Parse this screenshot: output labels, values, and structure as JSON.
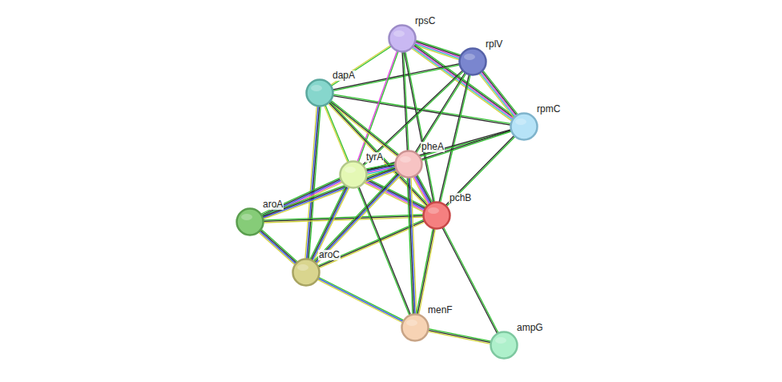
{
  "diagram": {
    "nodes": [
      {
        "text": [
          "rpsC"
        ]
      },
      {
        "text": [
          "rplV"
        ]
      },
      {
        "text": [
          "dapA"
        ]
      },
      {
        "text": [
          "rpmC"
        ]
      },
      {
        "text": [
          "pheA"
        ]
      },
      {
        "text": [
          "tyrA"
        ]
      },
      {
        "text": [
          "pchB"
        ]
      },
      {
        "text": [
          "aroA"
        ]
      },
      {
        "text": [
          "aroC"
        ]
      },
      {
        "text": [
          "menF"
        ]
      },
      {
        "text": [
          "ampG"
        ]
      }
    ],
    "edges": [
      {
        "from": 0,
        "to": 1,
        "arrow": "none"
      },
      {
        "from": 0,
        "to": 3,
        "arrow": "none"
      },
      {
        "from": 1,
        "to": 3,
        "arrow": "none"
      },
      {
        "from": 0,
        "to": 2,
        "arrow": "none"
      },
      {
        "from": 1,
        "to": 2,
        "arrow": "none"
      },
      {
        "from": 2,
        "to": 3,
        "arrow": "none"
      },
      {
        "from": 0,
        "to": 5,
        "arrow": "none"
      },
      {
        "from": 0,
        "to": 4,
        "arrow": "none"
      },
      {
        "from": 0,
        "to": 6,
        "arrow": "none"
      },
      {
        "from": 1,
        "to": 5,
        "arrow": "none"
      },
      {
        "from": 1,
        "to": 4,
        "arrow": "none"
      },
      {
        "from": 1,
        "to": 6,
        "arrow": "none"
      },
      {
        "from": 3,
        "to": 5,
        "arrow": "none"
      },
      {
        "from": 3,
        "to": 4,
        "arrow": "none"
      },
      {
        "from": 3,
        "to": 6,
        "arrow": "none"
      },
      {
        "from": 2,
        "to": 5,
        "arrow": "none"
      },
      {
        "from": 2,
        "to": 4,
        "arrow": "none"
      },
      {
        "from": 2,
        "to": 6,
        "arrow": "none"
      },
      {
        "from": 2,
        "to": 8,
        "arrow": "none"
      },
      {
        "from": 5,
        "to": 4,
        "arrow": "none"
      },
      {
        "from": 5,
        "to": 6,
        "arrow": "none"
      },
      {
        "from": 4,
        "to": 6,
        "arrow": "none"
      },
      {
        "from": 7,
        "to": 5,
        "arrow": "none"
      },
      {
        "from": 7,
        "to": 4,
        "arrow": "none"
      },
      {
        "from": 7,
        "to": 6,
        "arrow": "none"
      },
      {
        "from": 7,
        "to": 8,
        "arrow": "none"
      },
      {
        "from": 8,
        "to": 5,
        "arrow": "none"
      },
      {
        "from": 8,
        "to": 4,
        "arrow": "none"
      },
      {
        "from": 8,
        "to": 6,
        "arrow": "none"
      },
      {
        "from": 8,
        "to": 9,
        "arrow": "none"
      },
      {
        "from": 9,
        "to": 5,
        "arrow": "none"
      },
      {
        "from": 9,
        "to": 4,
        "arrow": "none"
      },
      {
        "from": 9,
        "to": 6,
        "arrow": "none"
      },
      {
        "from": 9,
        "to": 10,
        "arrow": "none"
      },
      {
        "from": 6,
        "to": 10,
        "arrow": "none"
      }
    ]
  }
}
